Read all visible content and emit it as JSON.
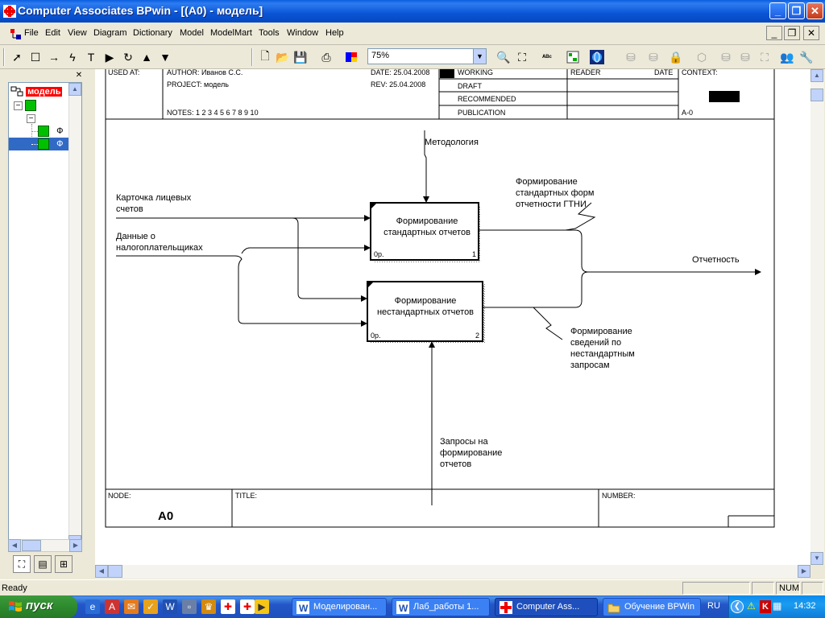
{
  "window": {
    "title": "Computer Associates BPwin - [(A0)  - модель]"
  },
  "menu": [
    "File",
    "Edit",
    "View",
    "Diagram",
    "Dictionary",
    "Model",
    "ModelMart",
    "Tools",
    "Window",
    "Help"
  ],
  "toolbar": {
    "zoom": "75%"
  },
  "explorer": {
    "root_label": "модель",
    "child1": "Ф",
    "child2": "Ф"
  },
  "diagram": {
    "header": {
      "used_at": "USED AT:",
      "author": "AUTHOR: Иванов С.С.",
      "project": "PROJECT:  модель",
      "date": "DATE: 25.04.2008",
      "rev": "REV:   25.04.2008",
      "notes": "NOTES:  1  2  3  4  5  6  7  8  9  10",
      "working": "WORKING",
      "draft": "DRAFT",
      "recommended": "RECOMMENDED",
      "publication": "PUBLICATION",
      "reader": "READER",
      "date_col": "DATE",
      "context": "CONTEXT:",
      "context_node": "A-0"
    },
    "boxes": [
      {
        "title_line1": "Формирование",
        "title_line2": "стандартных отчетов",
        "cost": "0р.",
        "num": "1"
      },
      {
        "title_line1": "Формирование",
        "title_line2": "нестандартных отчетов",
        "cost": "0р.",
        "num": "2"
      }
    ],
    "arrows": {
      "control": "Методология",
      "input1_l1": "Карточка лицевых",
      "input1_l2": "счетов",
      "input2_l1": "Данные о",
      "input2_l2": "налогоплательщиках",
      "out1_l1": "Формирование",
      "out1_l2": "стандартных форм",
      "out1_l3": "отчетности ГТНИ",
      "output": "Отчетность",
      "out2_l1": "Формирование",
      "out2_l2": "сведений по",
      "out2_l3": "нестандартным",
      "out2_l4": "запросам",
      "mech_l1": "Запросы на",
      "mech_l2": "формирование",
      "mech_l3": "отчетов"
    },
    "footer": {
      "node_label": "NODE:",
      "node_value": "A0",
      "title_label": "TITLE:",
      "number_label": "NUMBER:"
    }
  },
  "status": {
    "text": "Ready",
    "num": "NUM"
  },
  "taskbar": {
    "start": "пуск",
    "tasks": [
      "Моделирован...",
      "Лаб_работы 1...",
      "Computer Ass...",
      "Обучение BPWin"
    ],
    "lang": "RU",
    "clock": "14:32"
  }
}
